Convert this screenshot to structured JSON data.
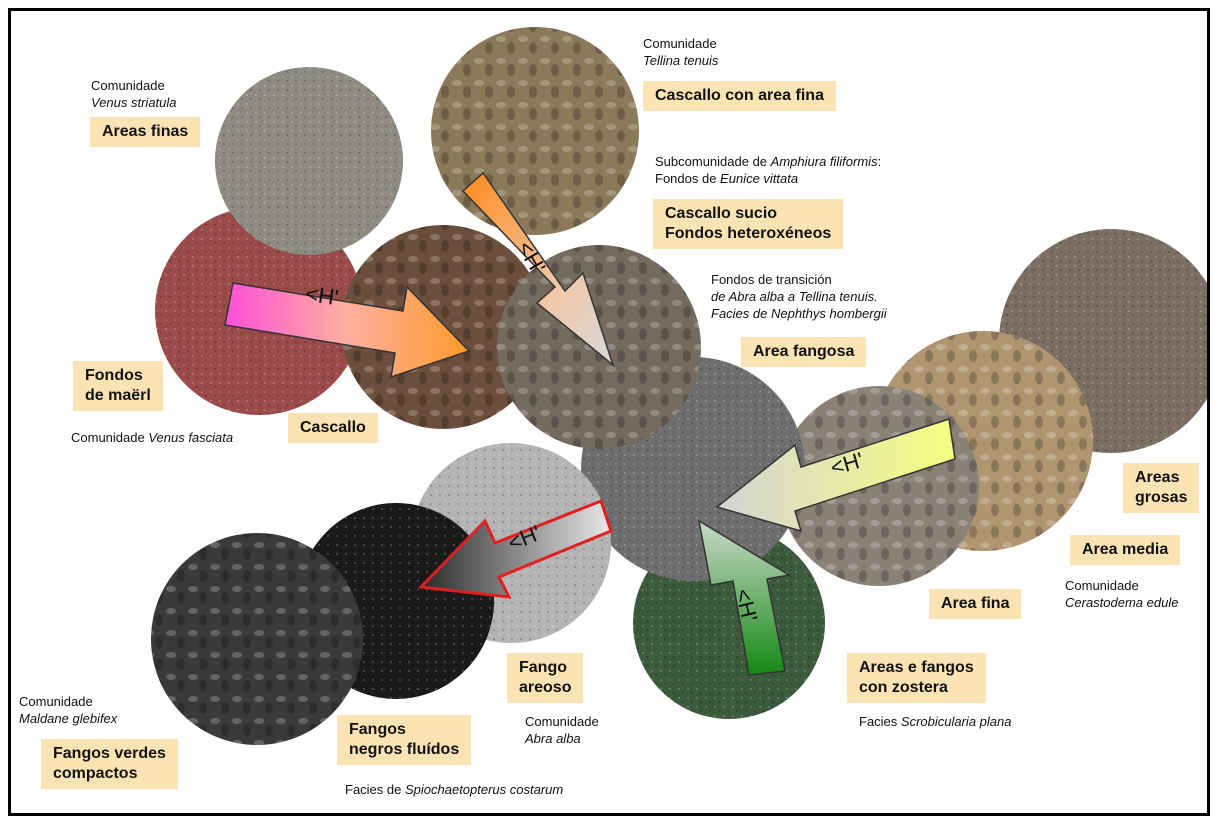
{
  "arrow_label": "<H'",
  "colors": {
    "label_bg": "#fbe3b4",
    "arrow_gray": "#d8d8d8",
    "arrow_red_outline": "#e02020"
  },
  "tiles": [
    {
      "name": "tile-areas-finas-sand",
      "texture": "fine-sand",
      "color": "#8e8b83"
    },
    {
      "name": "tile-cascallo-area-fina",
      "texture": "shell-gravel",
      "color": "#8a7a5a"
    },
    {
      "name": "tile-maerl",
      "texture": "maerl",
      "color": "#9a4a48"
    },
    {
      "name": "tile-cascallo",
      "texture": "broken-shells",
      "color": "#6c4e3c"
    },
    {
      "name": "tile-cascallo-sucio",
      "texture": "dirty-shell-gravel",
      "color": "#756a5e"
    },
    {
      "name": "tile-area-fangosa",
      "texture": "muddy-sand",
      "color": "#6e6e6e"
    },
    {
      "name": "tile-fango-areoso",
      "texture": "sandy-mud",
      "color": "#b4b4b4"
    },
    {
      "name": "tile-fangos-negros",
      "texture": "black-fluid-mud",
      "color": "#1a1a1a"
    },
    {
      "name": "tile-fangos-verdes",
      "texture": "compact-green-mud",
      "color": "#3a3a3a"
    },
    {
      "name": "tile-area-fina",
      "texture": "fine-sand-vegetation",
      "color": "#8a8276"
    },
    {
      "name": "tile-area-media",
      "texture": "medium-sand",
      "color": "#b09670"
    },
    {
      "name": "tile-areas-grosas",
      "texture": "coarse-sand",
      "color": "#7a6f62"
    },
    {
      "name": "tile-zostera",
      "texture": "seagrass",
      "color": "#3c5a3c"
    }
  ],
  "labels": {
    "areas_finas": "Areas finas",
    "cascallo_area_fina": "Cascallo con area fina",
    "cascallo_sucio": "Cascallo sucio\nFondos heteroxéneos",
    "area_fangosa": "Area fangosa",
    "fondos_maerl": "Fondos\nde maërl",
    "cascallo": "Cascallo",
    "areas_grosas": "Areas\ngrosas",
    "area_media": "Area media",
    "area_fina": "Area fina",
    "areas_zostera": "Areas e fangos\ncon zostera",
    "fango_areoso": "Fango\nareoso",
    "fangos_negros": "Fangos\nnegros fluídos",
    "fangos_verdes": "Fangos verdes\ncompactos"
  },
  "annotations": {
    "venus_striatula": {
      "line1": "Comunidade",
      "line2": "Venus striatula"
    },
    "tellina_tenuis": {
      "line1": "Comunidade",
      "line2": "Tellina tenuis"
    },
    "amphiura": {
      "pre1": "Subcomunidade de ",
      "it1": "Amphiura filiformis",
      "post1": ":",
      "pre2": "Fondos de ",
      "it2": "Eunice vittata"
    },
    "transicion": {
      "line1": "Fondos de transición",
      "pre2": "de ",
      "it2a": "Abra alba",
      "mid2": " a ",
      "it2b": "Tellina tenuis.",
      "line3": "Facies de Nephthys hombergii"
    },
    "venus_fasciata": {
      "pre": "Comunidade ",
      "it": "Venus fasciata"
    },
    "cerastoderma": {
      "line1": "Comunidade",
      "line2": "Cerastodema edule"
    },
    "scrobicularia": {
      "pre": "Facies ",
      "it": "Scrobicularia plana"
    },
    "abra_alba": {
      "line1": "Comunidade",
      "line2": "Abra alba"
    },
    "maldane": {
      "line1": "Comunidade",
      "line2": "Maldane glebifex"
    },
    "spiochaetopterus": {
      "pre": "Facies de ",
      "it": "Spiochaetopterus costarum"
    }
  }
}
